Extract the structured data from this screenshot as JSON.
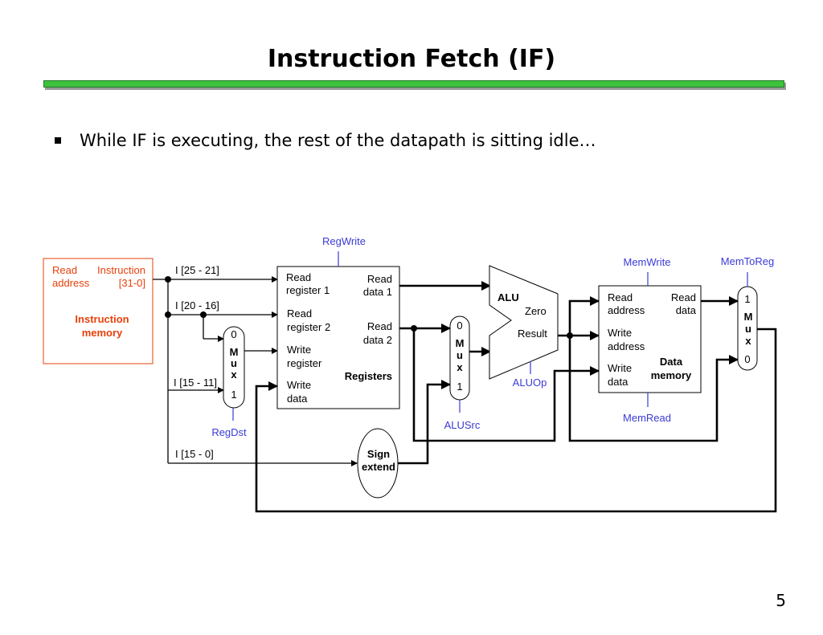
{
  "slide": {
    "title": "Instruction Fetch (IF)",
    "bullet": "While IF is executing, the rest of the datapath is sitting idle…",
    "page_number": "5"
  },
  "colors": {
    "title_bar": "#3cc23c",
    "instruction_memory": "#e8400a",
    "control_signals": "#3a3ad6"
  },
  "diagram": {
    "instruction_memory": {
      "read_address": [
        "Read",
        "address"
      ],
      "instruction": [
        "Instruction",
        "[31-0]"
      ],
      "title": [
        "Instruction",
        "memory"
      ]
    },
    "instruction_fields": [
      "I [25 - 21]",
      "I [20 - 16]",
      "I [15 - 11]",
      "I [15 - 0]"
    ],
    "registers": {
      "title": "Registers",
      "read_register_1": [
        "Read",
        "register 1"
      ],
      "read_register_2": [
        "Read",
        "register 2"
      ],
      "write_register": [
        "Write",
        "register"
      ],
      "write_data": [
        "Write",
        "data"
      ],
      "read_data_1": [
        "Read",
        "data 1"
      ],
      "read_data_2": [
        "Read",
        "data 2"
      ]
    },
    "mux_regdst": {
      "top": "0",
      "letters": [
        "M",
        "u",
        "x"
      ],
      "bottom": "1"
    },
    "mux_alusrc": {
      "top": "0",
      "letters": [
        "M",
        "u",
        "x"
      ],
      "bottom": "1"
    },
    "mux_memtoreg": {
      "top": "1",
      "letters": [
        "M",
        "u",
        "x"
      ],
      "bottom": "0"
    },
    "alu": {
      "title": "ALU",
      "zero": "Zero",
      "result": "Result"
    },
    "sign_extend": [
      "Sign",
      "extend"
    ],
    "data_memory": {
      "title": [
        "Data",
        "memory"
      ],
      "read_address": [
        "Read",
        "address"
      ],
      "write_address": [
        "Write",
        "address"
      ],
      "write_data": [
        "Write",
        "data"
      ],
      "read_data": [
        "Read",
        "data"
      ]
    },
    "control_signals": {
      "reg_write": "RegWrite",
      "reg_dst": "RegDst",
      "alu_src": "ALUSrc",
      "alu_op": "ALUOp",
      "mem_write": "MemWrite",
      "mem_read": "MemRead",
      "mem_to_reg": "MemToReg"
    }
  }
}
